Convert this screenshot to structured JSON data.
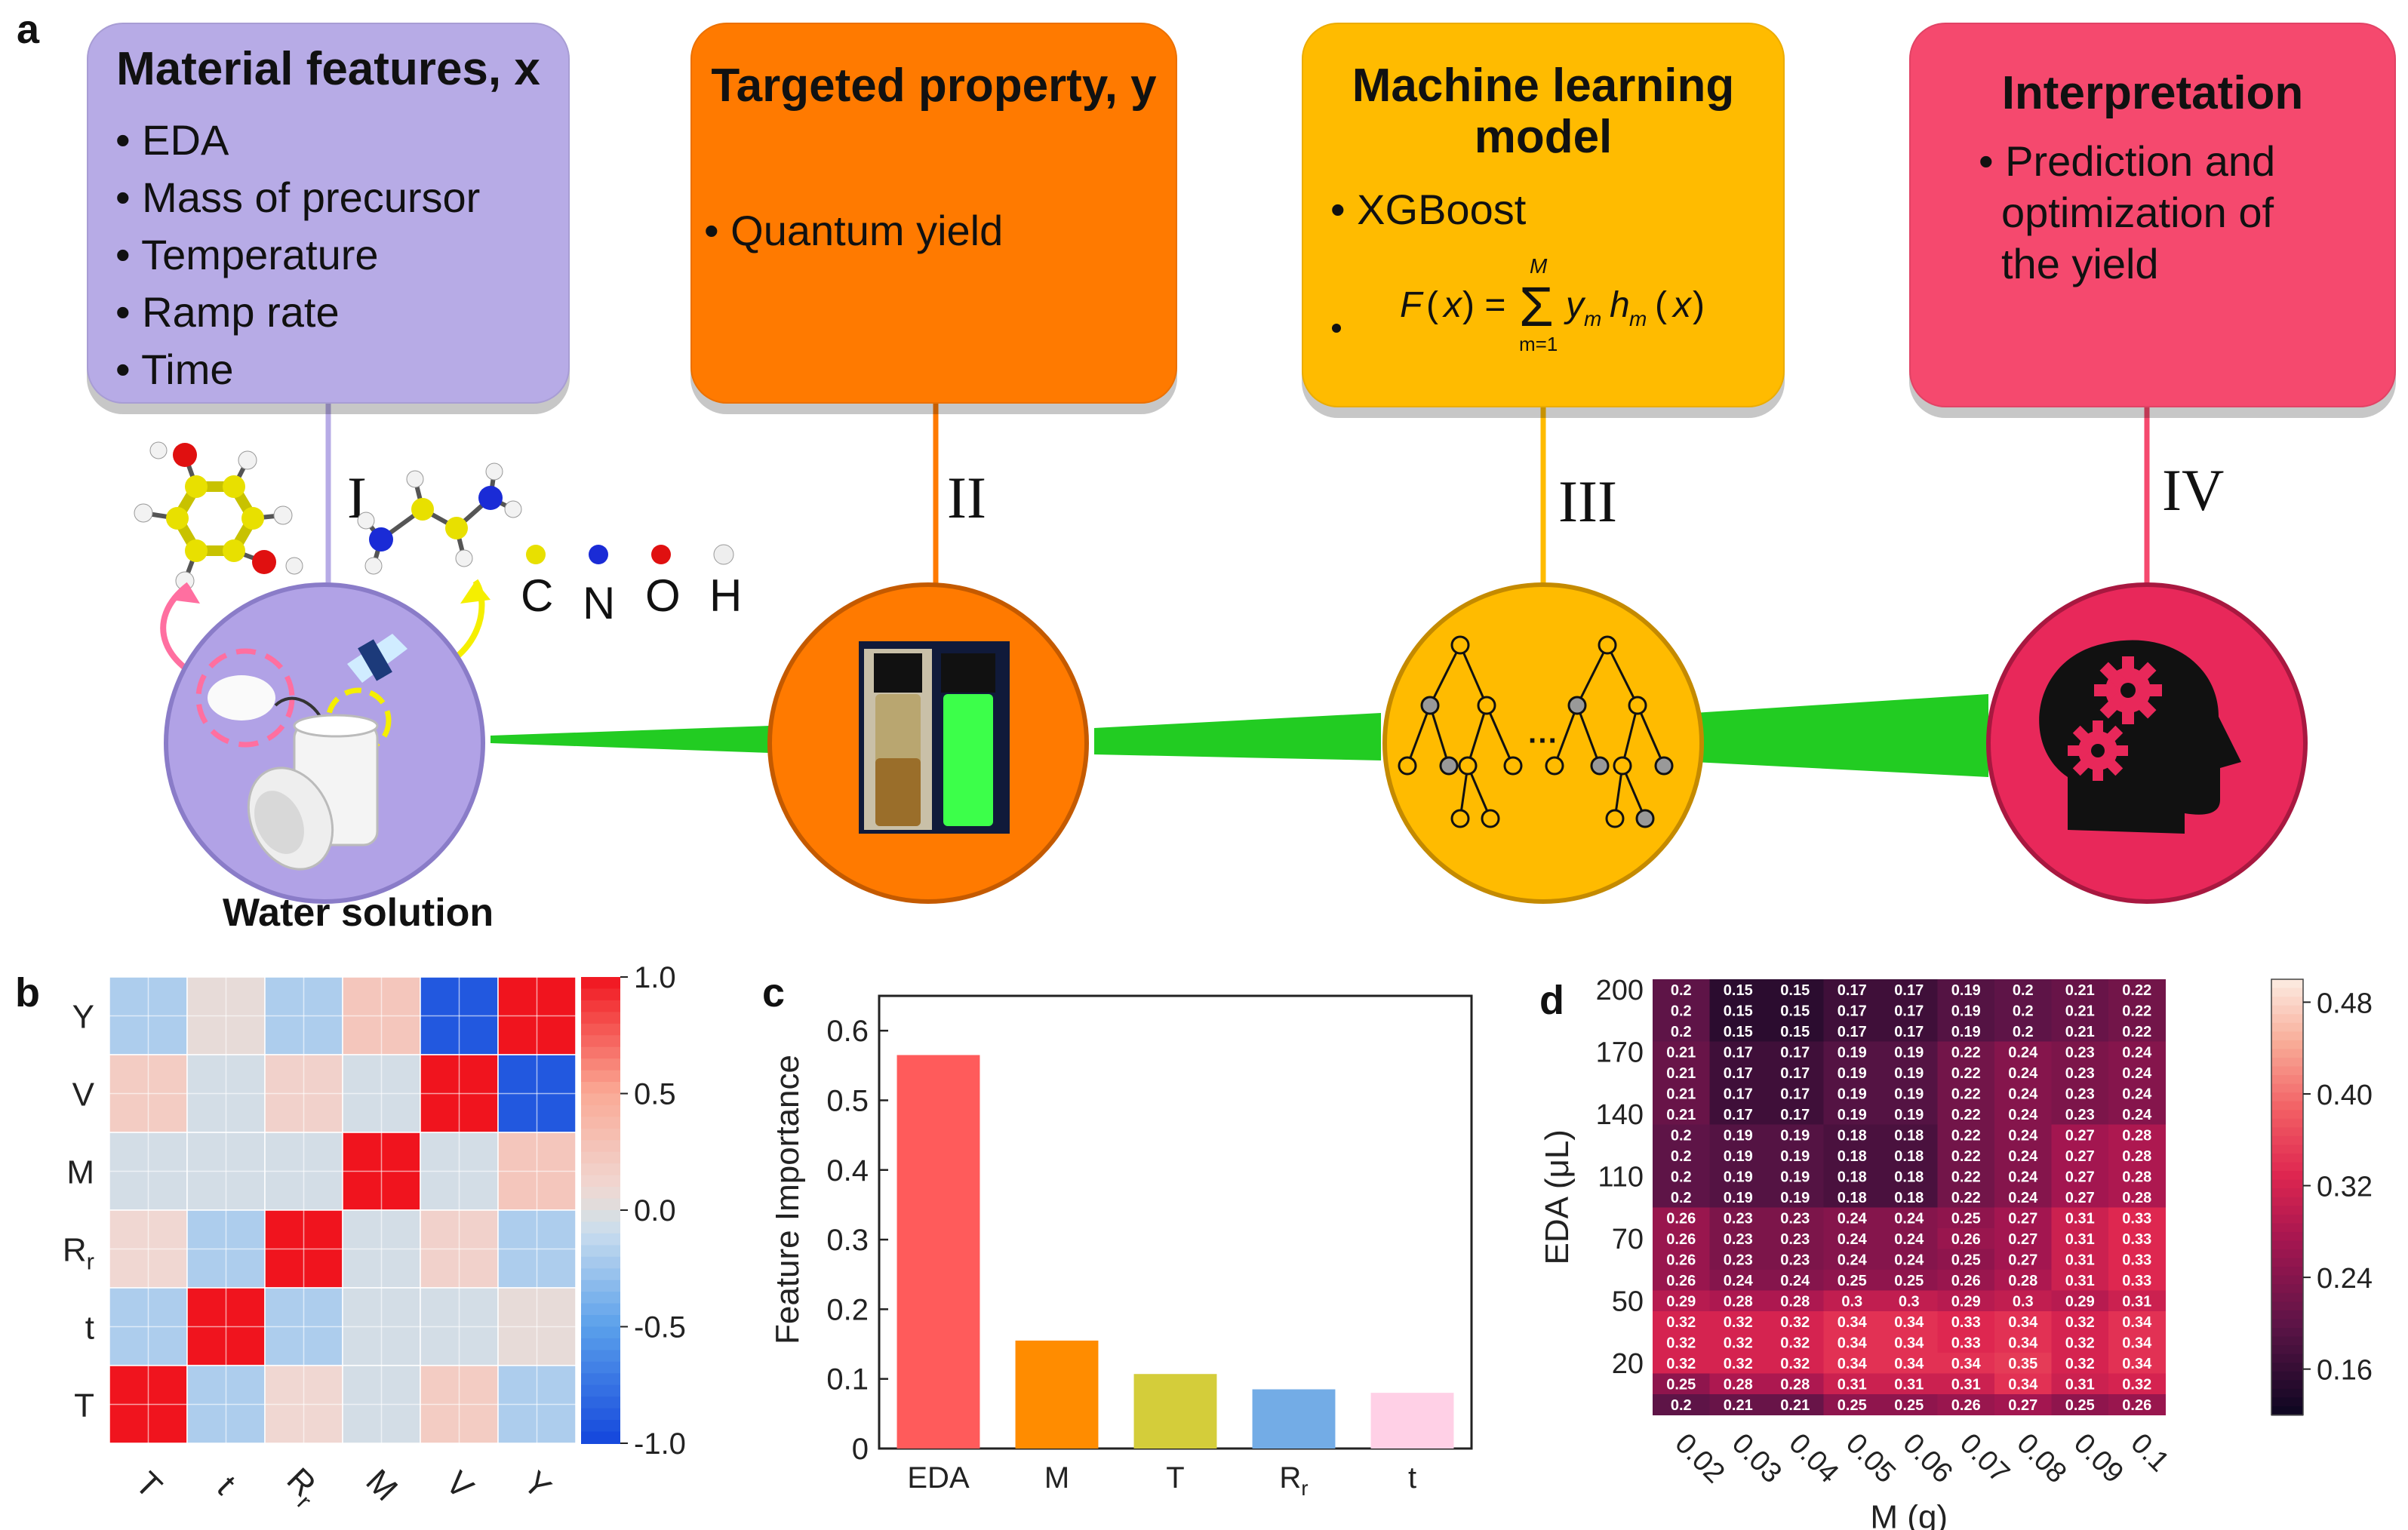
{
  "panel_labels": {
    "a": "a",
    "b": "b",
    "c": "c",
    "d": "d"
  },
  "workflow": {
    "boxes": [
      {
        "title": "Material features, x",
        "items": [
          "EDA",
          "Mass of precursor",
          "Temperature",
          "Ramp rate",
          "Time"
        ],
        "color": "#b7abe6"
      },
      {
        "title": "Targeted property, y",
        "items": [
          "Quantum yield"
        ],
        "color": "#ff7a00"
      },
      {
        "title": "Machine learning model",
        "title_line1": "Machine learning",
        "title_line2": "model",
        "items": [
          "XGBoost"
        ],
        "formula": "F(x) = Σ_{m=1}^{M} y_m h_m(x)",
        "formula_parts": {
          "lhs": "F",
          "arg": "x",
          "sum_top": "M",
          "sum_bottom": "m=1",
          "y": "y",
          "y_sub": "m",
          "h": "h",
          "h_sub": "m"
        },
        "color": "#ffbb00"
      },
      {
        "title": "Interpretation",
        "items": [
          "Prediction and optimization of the yield"
        ],
        "item_lines": [
          "Prediction and",
          "optimization of",
          "the yield"
        ],
        "color": "#f5496e"
      }
    ],
    "steps": [
      "I",
      "II",
      "III",
      "IV"
    ],
    "atom_legend": [
      {
        "label": "C",
        "color": "#e8e000"
      },
      {
        "label": "N",
        "color": "#1a2bd6"
      },
      {
        "label": "O",
        "color": "#e01010"
      },
      {
        "label": "H",
        "color": "#e6e6e6"
      }
    ],
    "caption": "Water solution",
    "tree_ellipsis": "···"
  },
  "chart_data": [
    {
      "type": "heatmap",
      "panel": "b",
      "rows": [
        "Y",
        "V",
        "M",
        "Rr",
        "t",
        "T"
      ],
      "columns": [
        "T",
        "t",
        "Rr",
        "M",
        "V",
        "Y"
      ],
      "row_tick_labels": [
        {
          "main": "Y"
        },
        {
          "main": "V"
        },
        {
          "main": "M"
        },
        {
          "main": "R",
          "sub": "r"
        },
        {
          "main": "t"
        },
        {
          "main": "T"
        }
      ],
      "col_tick_labels": [
        {
          "main": "T"
        },
        {
          "main": "t"
        },
        {
          "main": "R",
          "sub": "r"
        },
        {
          "main": "M"
        },
        {
          "main": "V"
        },
        {
          "main": "Y"
        }
      ],
      "values": [
        [
          -0.2,
          0.05,
          -0.2,
          0.25,
          -0.9,
          1.0
        ],
        [
          0.2,
          -0.05,
          0.15,
          -0.05,
          1.0,
          -0.9
        ],
        [
          -0.05,
          -0.05,
          -0.05,
          1.0,
          -0.05,
          0.25
        ],
        [
          0.1,
          -0.2,
          1.0,
          -0.05,
          0.15,
          -0.2
        ],
        [
          -0.2,
          1.0,
          -0.2,
          -0.05,
          -0.05,
          0.05
        ],
        [
          1.0,
          -0.2,
          0.1,
          -0.05,
          0.2,
          -0.2
        ]
      ],
      "colorbar": {
        "min": -1.0,
        "max": 1.0,
        "ticks": [
          "1.0",
          "0.5",
          "0.0",
          "-0.5",
          "-1.0"
        ],
        "tick_values": [
          1.0,
          0.5,
          0.0,
          -0.5,
          -1.0
        ]
      }
    },
    {
      "type": "bar",
      "panel": "c",
      "categories": [
        "EDA",
        "M",
        "T",
        "Rr",
        "t"
      ],
      "category_labels": [
        {
          "main": "EDA"
        },
        {
          "main": "M"
        },
        {
          "main": "T"
        },
        {
          "main": "R",
          "sub": "r"
        },
        {
          "main": "t"
        }
      ],
      "values": [
        0.565,
        0.155,
        0.107,
        0.085,
        0.08
      ],
      "colors": [
        "#ff5b5b",
        "#ff8c00",
        "#d4cd3a",
        "#73ace6",
        "#ffd0e6"
      ],
      "ylabel": "Feature Importance",
      "ylim": [
        0,
        0.65
      ],
      "yticks": [
        "0",
        "0.1",
        "0.2",
        "0.3",
        "0.4",
        "0.5",
        "0.6"
      ],
      "ytick_values": [
        0,
        0.1,
        0.2,
        0.3,
        0.4,
        0.5,
        0.6
      ]
    },
    {
      "type": "heatmap",
      "panel": "d",
      "xlabel": "M (g)",
      "ylabel": "EDA (μL)",
      "x": [
        "0.02",
        "0.03",
        "0.04",
        "0.05",
        "0.06",
        "0.07",
        "0.08",
        "0.09",
        "0.1"
      ],
      "yticks": [
        "200",
        "170",
        "140",
        "110",
        "70",
        "50",
        "20"
      ],
      "ytick_rows": [
        0,
        3,
        6,
        9,
        12,
        15,
        18
      ],
      "values": [
        [
          "0.2",
          "0.15",
          "0.15",
          "0.17",
          "0.17",
          "0.19",
          "0.2",
          "0.21",
          "0.22"
        ],
        [
          "0.2",
          "0.15",
          "0.15",
          "0.17",
          "0.17",
          "0.19",
          "0.2",
          "0.21",
          "0.22"
        ],
        [
          "0.2",
          "0.15",
          "0.15",
          "0.17",
          "0.17",
          "0.19",
          "0.2",
          "0.21",
          "0.22"
        ],
        [
          "0.21",
          "0.17",
          "0.17",
          "0.19",
          "0.19",
          "0.22",
          "0.24",
          "0.23",
          "0.24"
        ],
        [
          "0.21",
          "0.17",
          "0.17",
          "0.19",
          "0.19",
          "0.22",
          "0.24",
          "0.23",
          "0.24"
        ],
        [
          "0.21",
          "0.17",
          "0.17",
          "0.19",
          "0.19",
          "0.22",
          "0.24",
          "0.23",
          "0.24"
        ],
        [
          "0.21",
          "0.17",
          "0.17",
          "0.19",
          "0.19",
          "0.22",
          "0.24",
          "0.23",
          "0.24"
        ],
        [
          "0.2",
          "0.19",
          "0.19",
          "0.18",
          "0.18",
          "0.22",
          "0.24",
          "0.27",
          "0.28"
        ],
        [
          "0.2",
          "0.19",
          "0.19",
          "0.18",
          "0.18",
          "0.22",
          "0.24",
          "0.27",
          "0.28"
        ],
        [
          "0.2",
          "0.19",
          "0.19",
          "0.18",
          "0.18",
          "0.22",
          "0.24",
          "0.27",
          "0.28"
        ],
        [
          "0.2",
          "0.19",
          "0.19",
          "0.18",
          "0.18",
          "0.22",
          "0.24",
          "0.27",
          "0.28"
        ],
        [
          "0.26",
          "0.23",
          "0.23",
          "0.24",
          "0.24",
          "0.25",
          "0.27",
          "0.31",
          "0.33"
        ],
        [
          "0.26",
          "0.23",
          "0.23",
          "0.24",
          "0.24",
          "0.26",
          "0.27",
          "0.31",
          "0.33"
        ],
        [
          "0.26",
          "0.23",
          "0.23",
          "0.24",
          "0.24",
          "0.25",
          "0.27",
          "0.31",
          "0.33"
        ],
        [
          "0.26",
          "0.24",
          "0.24",
          "0.25",
          "0.25",
          "0.26",
          "0.28",
          "0.31",
          "0.33"
        ],
        [
          "0.29",
          "0.28",
          "0.28",
          "0.3",
          "0.3",
          "0.29",
          "0.3",
          "0.29",
          "0.31"
        ],
        [
          "0.32",
          "0.32",
          "0.32",
          "0.34",
          "0.34",
          "0.33",
          "0.34",
          "0.32",
          "0.34"
        ],
        [
          "0.32",
          "0.32",
          "0.32",
          "0.34",
          "0.34",
          "0.33",
          "0.34",
          "0.32",
          "0.34"
        ],
        [
          "0.32",
          "0.32",
          "0.32",
          "0.34",
          "0.34",
          "0.34",
          "0.35",
          "0.32",
          "0.34"
        ],
        [
          "0.25",
          "0.28",
          "0.28",
          "0.31",
          "0.31",
          "0.31",
          "0.34",
          "0.31",
          "0.32"
        ],
        [
          "0.2",
          "0.21",
          "0.21",
          "0.25",
          "0.25",
          "0.26",
          "0.27",
          "0.25",
          "0.26"
        ]
      ],
      "colorbar": {
        "min": 0.12,
        "max": 0.5,
        "ticks": [
          "0.48",
          "0.40",
          "0.32",
          "0.24",
          "0.16"
        ],
        "tick_values": [
          0.48,
          0.4,
          0.32,
          0.24,
          0.16
        ]
      }
    }
  ]
}
